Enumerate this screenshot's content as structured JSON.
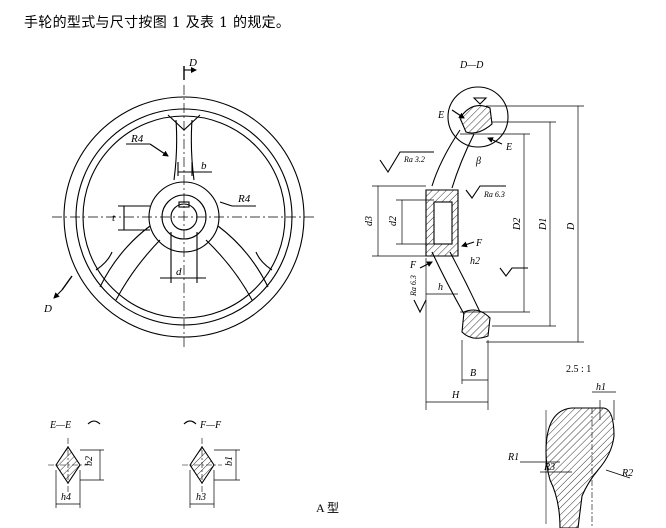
{
  "caption": "手轮的型式与尺寸按图 1 及表 1 的规定。",
  "figure_type_label": "A 型",
  "labels": {
    "section_d": "D",
    "section_d_lower": "D",
    "section_dd_title": "D—D",
    "section_ee_title": "E—E",
    "section_ff_title": "F—F",
    "detail_scale": "2.5 : 1",
    "e_upper": "E",
    "e_right": "E",
    "f_mid": "F",
    "f_left": "F",
    "beta": "β",
    "ra32": "Ra 3.2",
    "ra63a": "Ra 6.3",
    "ra63b": "Ra 6.3",
    "dim_R4_a": "R4",
    "dim_R4_b": "R4",
    "dim_b": "b",
    "dim_t": "t",
    "dim_d": "d",
    "dim_d3": "d3",
    "dim_d2": "d2",
    "dim_D2": "D2",
    "dim_D1": "D1",
    "dim_D": "D",
    "dim_h2": "h2",
    "dim_h": "h",
    "dim_B": "B",
    "dim_H": "H",
    "dim_b2": "b2",
    "dim_h4": "h4",
    "dim_b1": "b1",
    "dim_h3": "h3",
    "dim_h1": "h1",
    "dim_R1": "R1",
    "dim_R3": "R3",
    "dim_R2": "R2"
  }
}
